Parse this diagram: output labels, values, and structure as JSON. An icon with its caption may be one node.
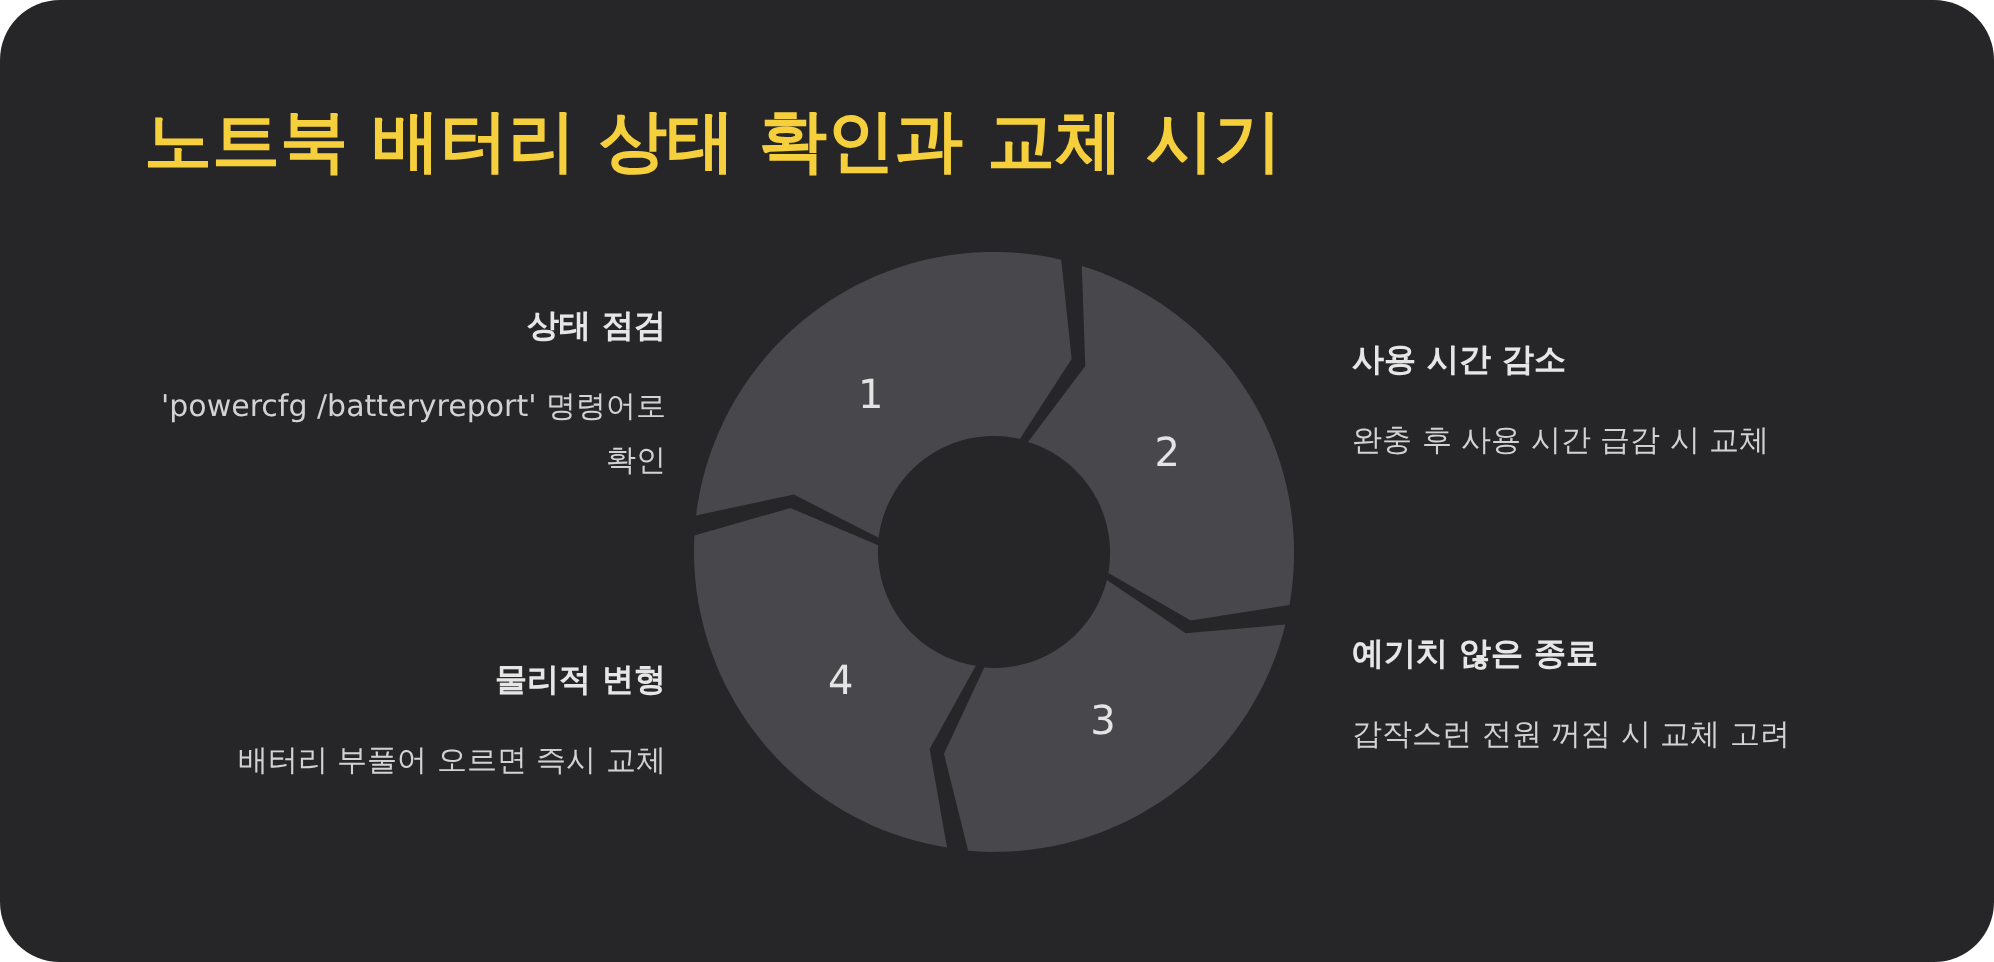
{
  "diagram": {
    "title": "노트북 배터리 상태 확인과 교체 시기",
    "nodes": [
      {
        "text": [
          "1"
        ],
        "beside": [
          "상태 점검",
          "'powercfg /batteryreport' 명령어로 확인"
        ]
      },
      {
        "text": [
          "2"
        ],
        "beside": [
          "사용 시간 감소",
          "완충 후 사용 시간 급감 시 교체"
        ]
      },
      {
        "text": [
          "3"
        ],
        "beside": [
          "예기치 않은 종료",
          "갑작스런 전원 꺼짐 시 교체 고려"
        ]
      },
      {
        "text": [
          "4"
        ],
        "beside": [
          "물리적 변형",
          "배터리 부풀어 오르면 즉시 교체"
        ]
      }
    ]
  }
}
